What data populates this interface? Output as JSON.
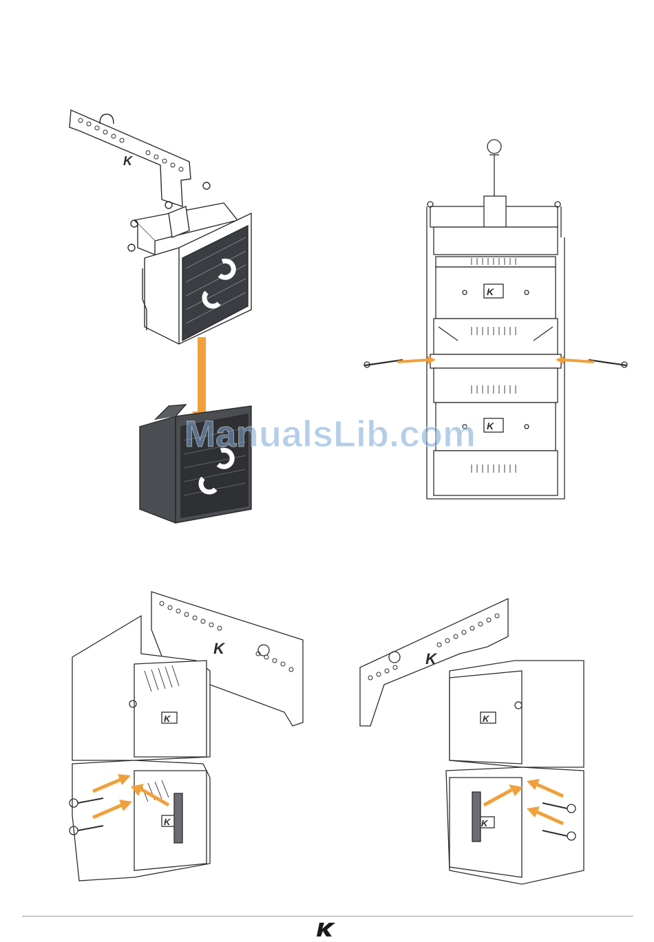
{
  "watermark": {
    "text": "ManualsLib.com"
  },
  "brand": {
    "logo_letter": "K"
  },
  "colors": {
    "arrow": "#f0a03a",
    "line": "#2b2b2b",
    "dark_cabinet": "#45484d",
    "watermark": "#7aa7d6",
    "rule": "#9a9a9a"
  },
  "figures": [
    {
      "id": "fig-1",
      "icon": "cabinet-attach-drawing"
    },
    {
      "id": "fig-2",
      "icon": "array-front-drawing"
    },
    {
      "id": "fig-3",
      "icon": "array-left-perspective-drawing"
    },
    {
      "id": "fig-4",
      "icon": "array-right-perspective-drawing"
    }
  ]
}
